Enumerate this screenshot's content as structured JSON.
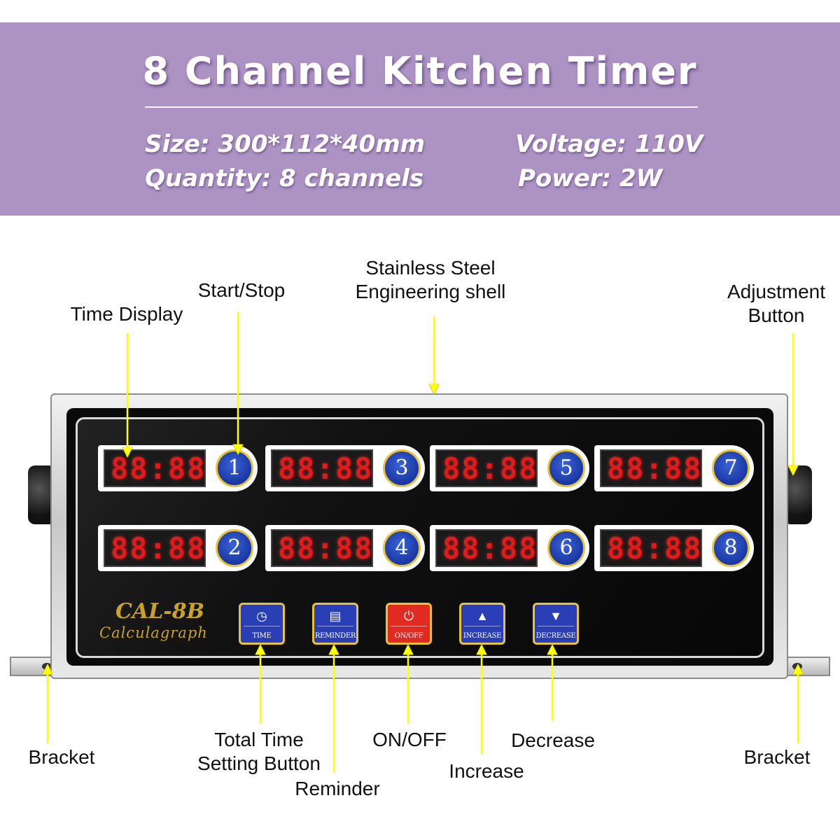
{
  "banner": {
    "title": "8 Channel Kitchen Timer",
    "specs": {
      "size": "Size: 300*112*40mm",
      "voltage": "Voltage: 110V",
      "quantity": "Quantity: 8 channels",
      "power": "Power: 2W"
    },
    "background_color": "#ac93c4"
  },
  "callouts": {
    "shell": [
      "Stainless Steel",
      "Engineering shell"
    ],
    "start_stop": "Start/Stop",
    "time_display": "Time Display",
    "adjustment": [
      "Adjustment",
      "Button"
    ],
    "bracket_left": "Bracket",
    "bracket_right": "Bracket",
    "total_time": [
      "Total Time",
      "Setting Button"
    ],
    "reminder": "Reminder",
    "on_off": "ON/OFF",
    "increase": "Increase",
    "decrease": "Decrease"
  },
  "device": {
    "model": "CAL-8B",
    "subtitle": "Calculagraph",
    "channels": [
      {
        "number": "1",
        "display": "88:88"
      },
      {
        "number": "3",
        "display": "88:88"
      },
      {
        "number": "5",
        "display": "88:88"
      },
      {
        "number": "7",
        "display": "88:88"
      },
      {
        "number": "2",
        "display": "88:88"
      },
      {
        "number": "4",
        "display": "88:88"
      },
      {
        "number": "6",
        "display": "88:88"
      },
      {
        "number": "8",
        "display": "88:88"
      }
    ],
    "buttons": [
      {
        "label": "TIME",
        "icon": "clock-icon"
      },
      {
        "label": "REMINDER",
        "icon": "basket-icon"
      },
      {
        "label": "ON/OFF",
        "icon": "power-icon"
      },
      {
        "label": "INCREASE",
        "icon": "arrow-up-icon"
      },
      {
        "label": "DECREASE",
        "icon": "arrow-down-icon"
      }
    ],
    "colors": {
      "display_digits": "#e01b1b",
      "channel_button": "#1b3aa6",
      "button_border": "#e8c23a",
      "brand_text": "#c9a227",
      "arrows": "#ffff00"
    }
  }
}
